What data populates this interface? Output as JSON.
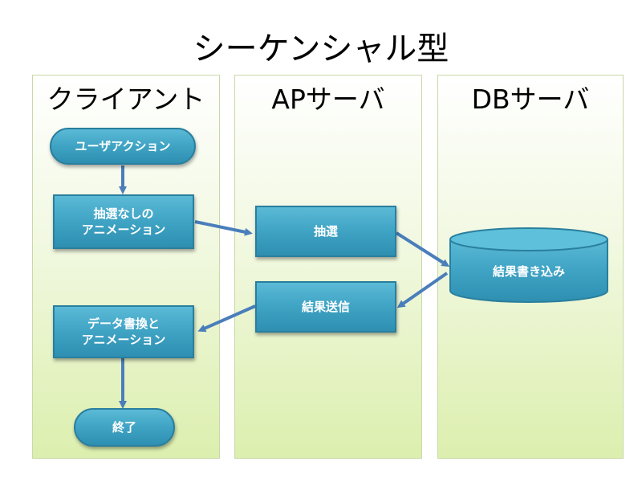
{
  "title": "シーケンシャル型",
  "lanes": [
    {
      "label": "クライアント"
    },
    {
      "label": "APサーバ"
    },
    {
      "label": "DBサーバ"
    }
  ],
  "nodes": {
    "user_action": "ユーザアクション",
    "no_lottery_animation": "抽選なしの\nアニメーション",
    "lottery": "抽選",
    "write_result": "結果書き込み",
    "send_result": "結果送信",
    "data_rewrite_animation": "データ書換と\nアニメーション",
    "end": "終了"
  },
  "colors": {
    "node_fill": "#3fa3c4",
    "node_border": "#2a7f9e",
    "arrow": "#4a7ebb",
    "lane_fill_bottom": "#dcefae"
  }
}
